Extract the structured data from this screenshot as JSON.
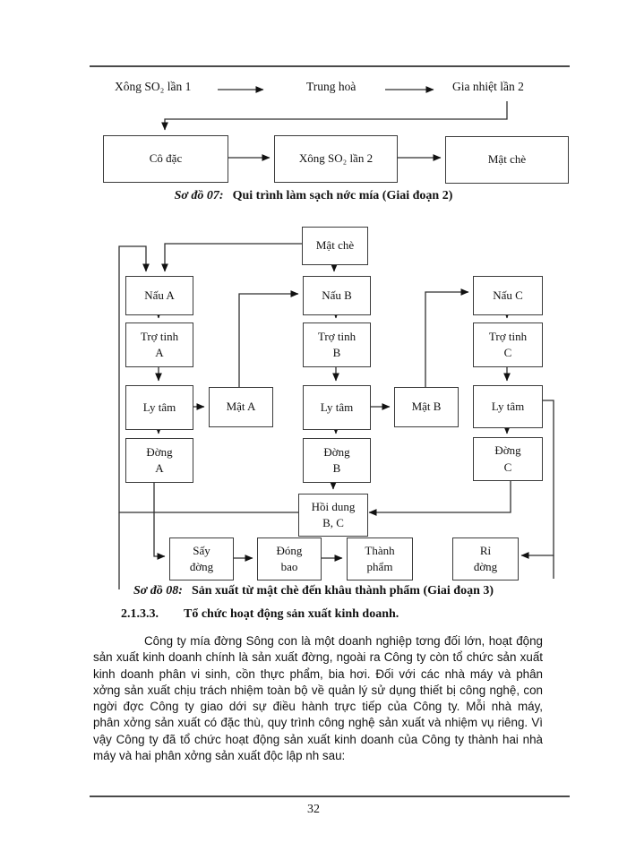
{
  "page": {
    "number": "32"
  },
  "diagram07": {
    "stage_labels": {
      "s1": "Xông SO₂ lần 1",
      "s2": "Trung hoà",
      "s3": "Gia nhiệt lần 2"
    },
    "boxes": {
      "co_dac": "Cô đặc",
      "xong_so2_lan2": "Xông SO₂ lần 2",
      "mat_che": "Mật chè"
    },
    "caption_label": "Sơ đồ 07:",
    "caption_text": "Qui trình làm sạch nớc  mía (Giai đoạn 2)"
  },
  "diagram08": {
    "boxes": {
      "mat_che": "Mật chè",
      "nau_a": "Nấu A",
      "nau_b": "Nấu B",
      "nau_c": "Nấu C",
      "tro_tinh_a": "Trợ tinh\nA",
      "tro_tinh_b": "Trợ tinh\nB",
      "tro_tinh_c": "Trợ tinh\nC",
      "ly_tam_a": "Ly tâm",
      "ly_tam_b": "Ly tâm",
      "ly_tam_c": "Ly tâm",
      "mat_a": "Mật A",
      "mat_b": "Mật B",
      "duong_a": "Đờng\nA",
      "duong_b": "Đờng\nB",
      "duong_c": "Đờng\nC",
      "hoi_dung": "Hồi dung\nB, C",
      "say_duong": "Sấy\nđờng",
      "dong_bao": "Đóng\nbao",
      "thanh_pham": "Thành\nphẩm",
      "ri_duong": "Rỉ\nđờng"
    },
    "caption_label": "Sơ đồ 08:",
    "caption_text": "Sản xuất từ mật chè đến khâu thành phẩm (Giai đoạn 3)"
  },
  "section": {
    "number": "2.1.3.3.",
    "title": "Tổ chức hoạt động sản xuất kinh doanh."
  },
  "paragraph_lines": {
    "l1": "Công ty mía đờng Sông con là một doanh nghiệp tơng đối lớn, hoạt động",
    "l2": "sản xuất kinh doanh chính là sản xuất đờng, ngoài ra Công ty còn tổ chức sản xuất",
    "l3": "kinh doanh phân vi sinh, cồn thực phẩm, bia hơi. Đối với các nhà máy và phân",
    "l4": "xởng sản xuất chịu trách nhiệm toàn bộ về quản lý sử dụng thiết bị công nghệ, con",
    "l5": "ngời đợc Công ty giao dới sự điều hành trực tiếp của Công ty. Mỗi nhà máy,",
    "l6": "phân xởng sản xuất có đặc thù, quy trình công nghệ sản xuất và nhiệm vụ riêng. Vì",
    "l7": "vậy Công ty đã tổ chức hoạt động sản xuất kinh doanh của Công ty thành hai nhà",
    "l8": "máy và hai phân xởng sản xuất độc lập nh sau:"
  }
}
